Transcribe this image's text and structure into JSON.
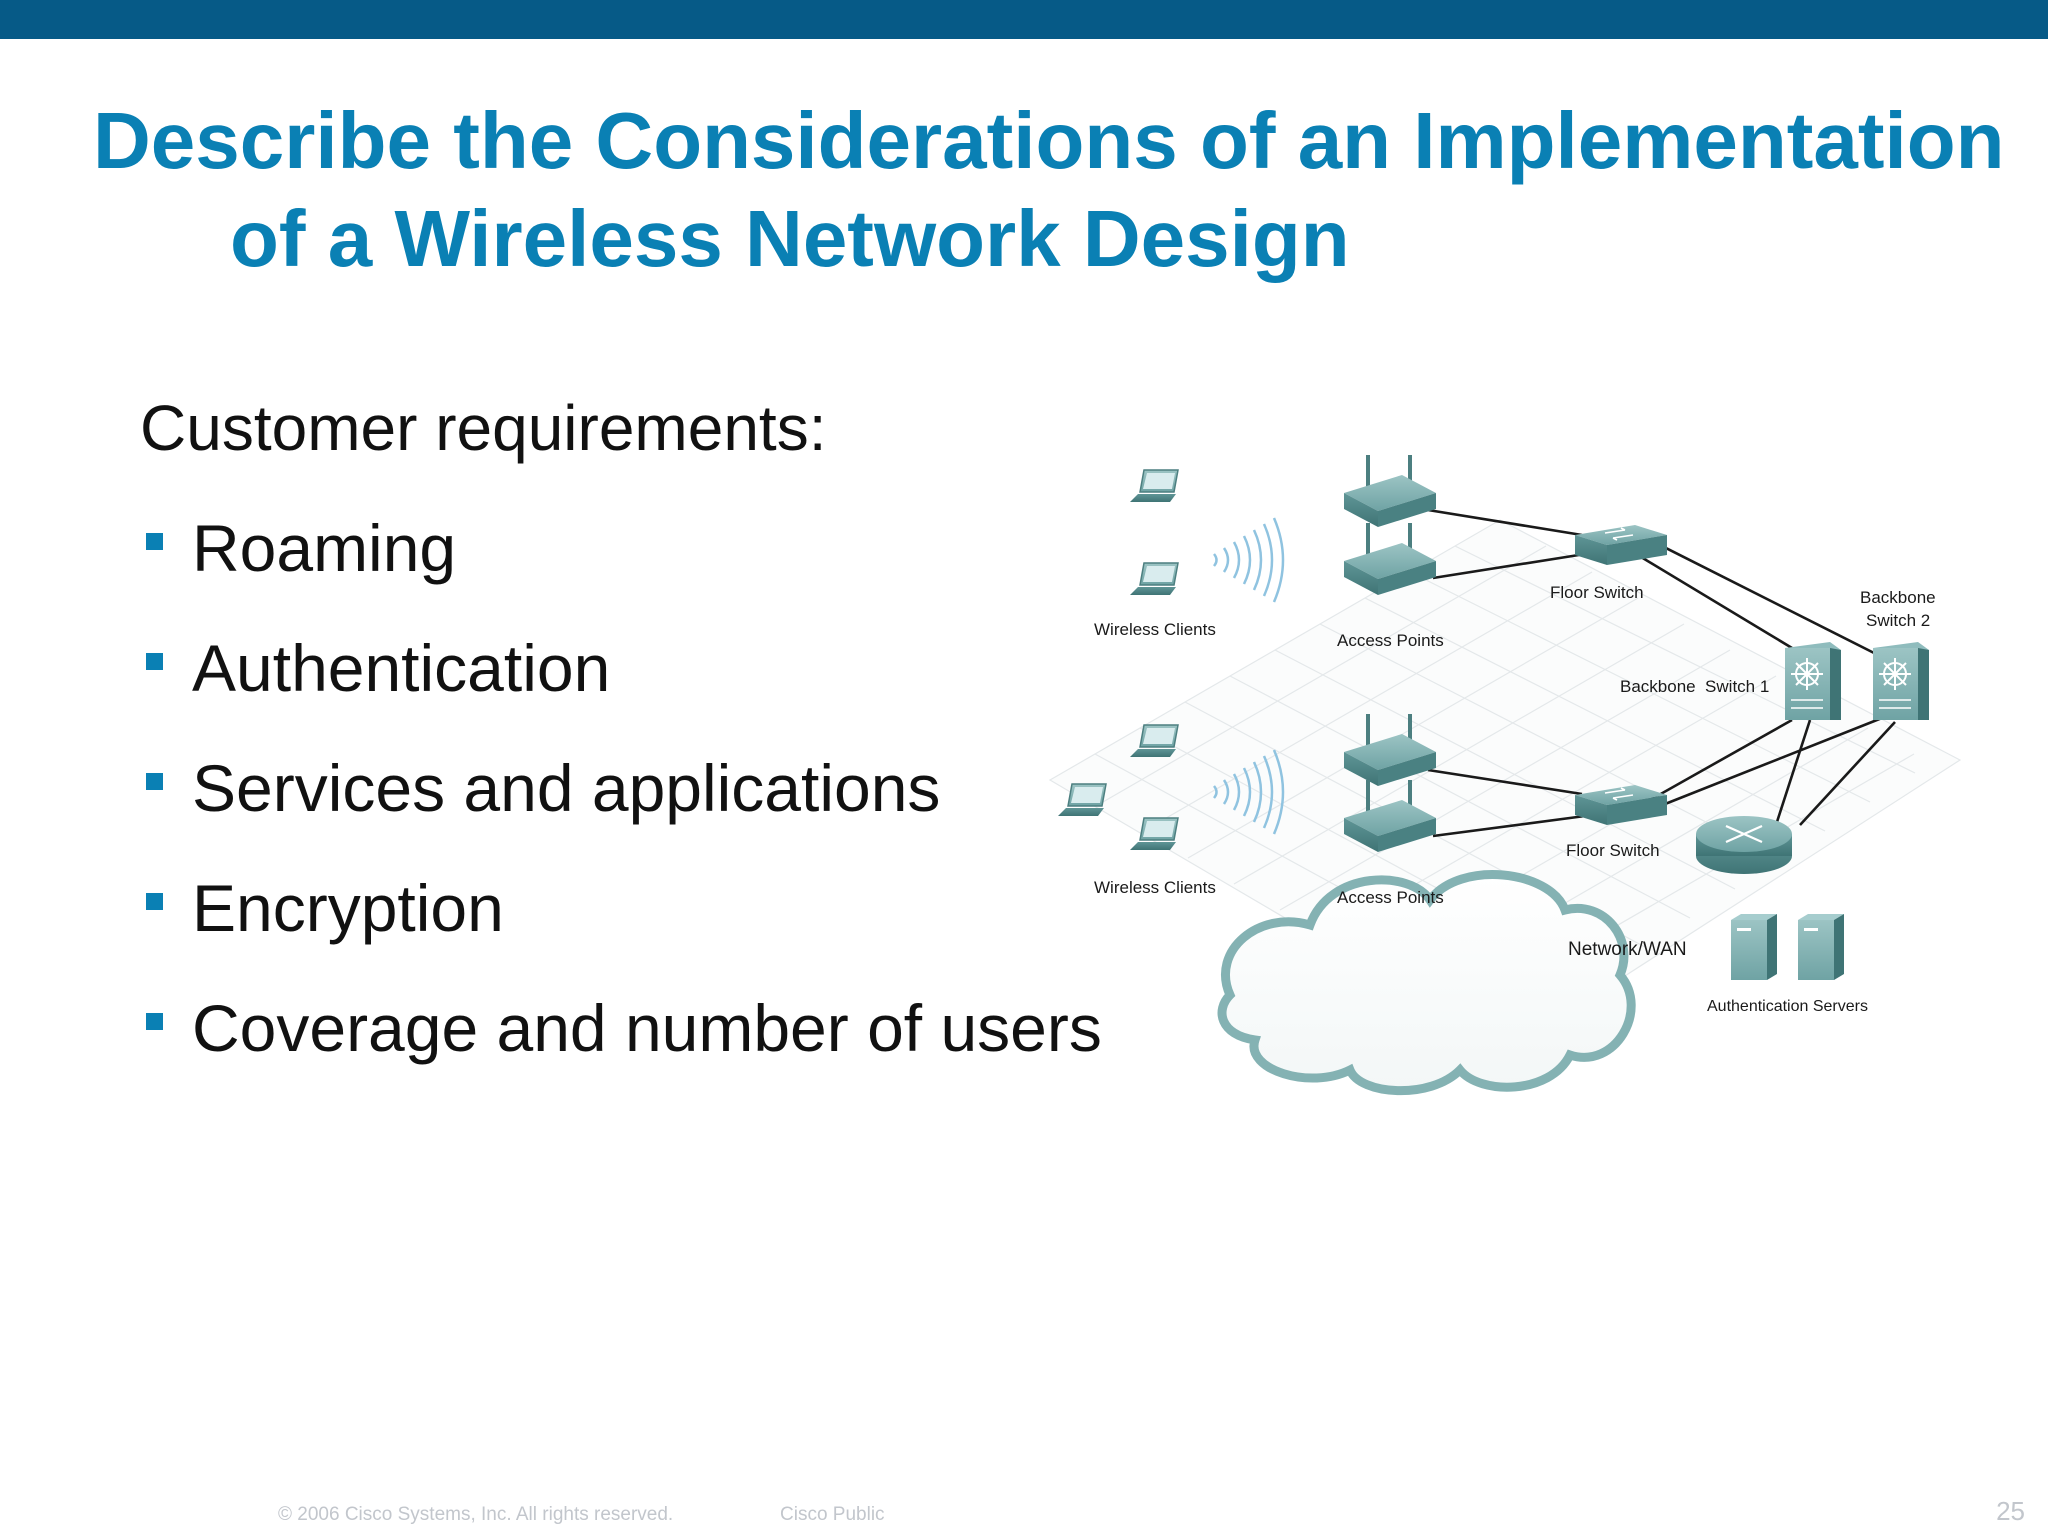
{
  "slide": {
    "title_line1": "Describe the Considerations of an Implementation",
    "title_line2": "of a Wireless Network Design",
    "intro": "Customer requirements:",
    "bullets": [
      "Roaming",
      "Authentication",
      "Services and applications",
      "Encryption",
      "Coverage and number of users"
    ],
    "accent_color": "#0a80b4",
    "topbar_color": "#065a87"
  },
  "diagram": {
    "labels": {
      "wireless_clients_top": "Wireless Clients",
      "access_points_top": "Access Points",
      "floor_switch_top": "Floor Switch",
      "backbone_switch_2": [
        "Backbone",
        "Switch 2"
      ],
      "backbone_switch_1": "Backbone  Switch 1",
      "wireless_clients_bottom": "Wireless Clients",
      "access_points_bottom": "Access Points",
      "floor_switch_bottom": "Floor Switch",
      "network_wan": "Network/WAN",
      "auth_servers": "Authentication Servers"
    }
  },
  "footer": {
    "copyright": "© 2006 Cisco Systems, Inc. All rights reserved.",
    "classification": "Cisco Public",
    "page_number": "25"
  }
}
